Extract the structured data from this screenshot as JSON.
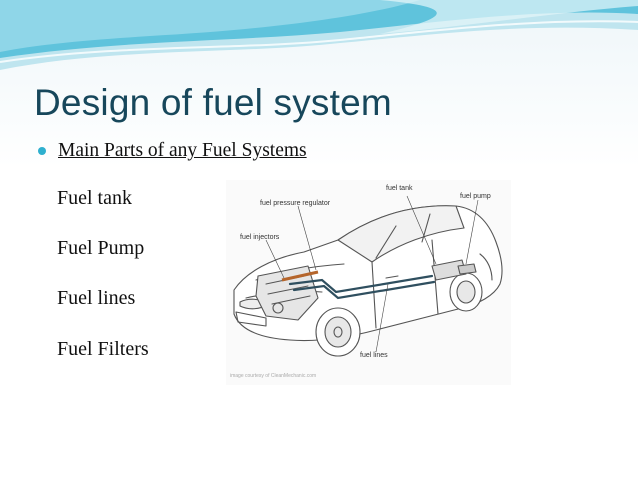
{
  "slide": {
    "title": "Design of fuel system",
    "bullet": "Main Parts of any Fuel Systems",
    "parts": [
      "Fuel tank",
      "Fuel Pump",
      "Fuel lines",
      "Fuel Filters"
    ]
  },
  "diagram": {
    "labels": {
      "fuel_tank": "fuel tank",
      "fuel_pump": "fuel pump",
      "fuel_pressure_regulator": "fuel pressure regulator",
      "fuel_injectors": "fuel injectors",
      "fuel_lines": "fuel lines"
    },
    "credit": "image courtesy of CleanMechanic.com"
  },
  "colors": {
    "title": "#17475b",
    "bullet": "#2fb0cf",
    "wave": "#5fc3dc"
  }
}
